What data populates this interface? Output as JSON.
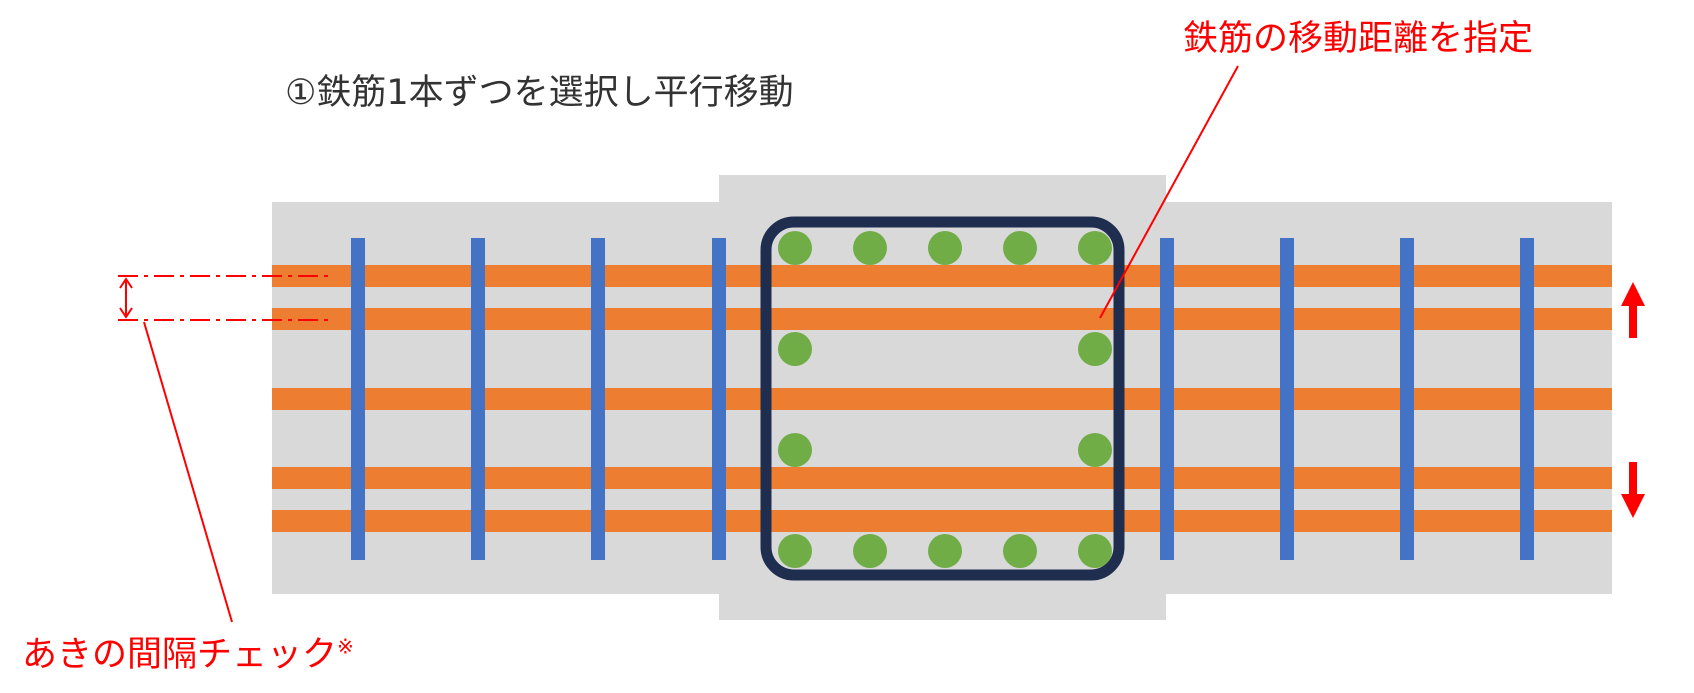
{
  "step_title": "①鉄筋1本ずつを選択し平行移動",
  "move_distance_label": "鉄筋の移動距離を指定",
  "gap_check_label": "あきの間隔チェック",
  "gap_check_mark": "※",
  "colors": {
    "concrete": "#d9d9d9",
    "main_rebar": "#ed7d31",
    "stirrup": "#4472c4",
    "column_hoop": "#1f2d4f",
    "column_rebar": "#70ad47",
    "annotation": "#ff0000",
    "title_text": "#333333"
  },
  "icons": {
    "move_up": "arrow-up-icon",
    "move_down": "arrow-down-icon",
    "gap_dimension": "double-arrow-icon"
  }
}
